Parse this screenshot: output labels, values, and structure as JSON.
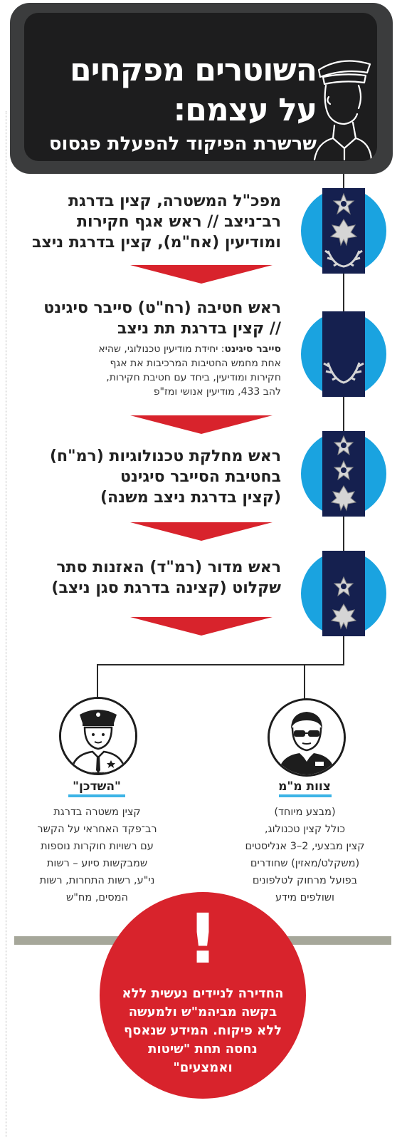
{
  "header": {
    "title_line1": "השוטרים מפקחים",
    "title_line2": "על עצמם:",
    "subtitle": "שרשרת הפיקוד להפעלת פגסוס"
  },
  "chain": [
    {
      "lines": [
        "מפכ\"ל המשטרה, קצין בדרגת",
        "רב־ניצב // ראש אגף חקירות",
        "ומודיעין (אח\"מ), קצין בדרגת ניצב"
      ]
    },
    {
      "lines": [
        "ראש חטיבה (רח\"ט) סייבר סיגינט",
        "// קצין בדרגת תת ניצב"
      ],
      "note_term": "סייבר סיגינט",
      "note_lines": [
        ": יחידת מודיעין טכנולוגי, שהיא",
        "אחת מחמש החטיבות המרכיבות את אגף",
        "חקירות ומודיעין, ביחד עם חטיבת חקירות,",
        "להב 433, מודיעין אנושי ומז\"פ"
      ]
    },
    {
      "lines": [
        "ראש מחלקת טכנולוגיות (רמ\"ח)",
        "בחטיבת הסייבר סיגינט",
        "(קצין בדרגת ניצב משנה)"
      ]
    },
    {
      "lines": [
        "ראש מדור (רמ\"ד) האזנות סתר",
        "שקלוט (קצינה בדרגת סגן ניצב)"
      ]
    }
  ],
  "figures": {
    "left": {
      "label": "\"השדכן\"",
      "desc": [
        "קצין משטרה בדרגת",
        "רב־פקד האחראי על הקשר",
        "עם רשויות חוקרות נוספות",
        "שמבקשות סיוע – רשות",
        "ני\"ע, רשות התחרות, רשות",
        "המסים, מח\"ש"
      ]
    },
    "right": {
      "label": "צוות מ\"מ",
      "desc": [
        "(מבצע מיוחד)",
        "כולל קצין טכנולוג,",
        "קצין מבצעי, 2–3 אנליסטים",
        "(משקלט/מאזין) שחודרים",
        "בפועל מרחוק לטלפונים",
        "ושולפים מידע"
      ]
    }
  },
  "warning": {
    "mark": "!",
    "lines": [
      "החדירה לניידים נעשית ללא",
      "בקשה מביהמ\"ש ולמעשה",
      "ללא פיקוח. המידע שנאסף",
      "נחסה תחת \"שיטות",
      "ואמצעים\""
    ]
  },
  "colors": {
    "header_outer": "#3b3c3d",
    "header_inner": "#1d1d1e",
    "badge_light_blue": "#1aa3e0",
    "badge_dark_navy": "#15204f",
    "arrow_red": "#d8232c",
    "warning_red": "#d8232c",
    "label_underline": "#3cb4e6",
    "divider_gray": "#a6a79a"
  },
  "badges": [
    {
      "rank": "רב־ניצב",
      "emblems": [
        "star",
        "leaf",
        "wreath"
      ]
    },
    {
      "rank": "תת ניצב",
      "emblems": [
        "wreath"
      ]
    },
    {
      "rank": "ניצב משנה",
      "emblems": [
        "star",
        "star",
        "leaf"
      ]
    },
    {
      "rank": "סגן ניצב",
      "emblems": [
        "star",
        "leaf"
      ]
    }
  ]
}
